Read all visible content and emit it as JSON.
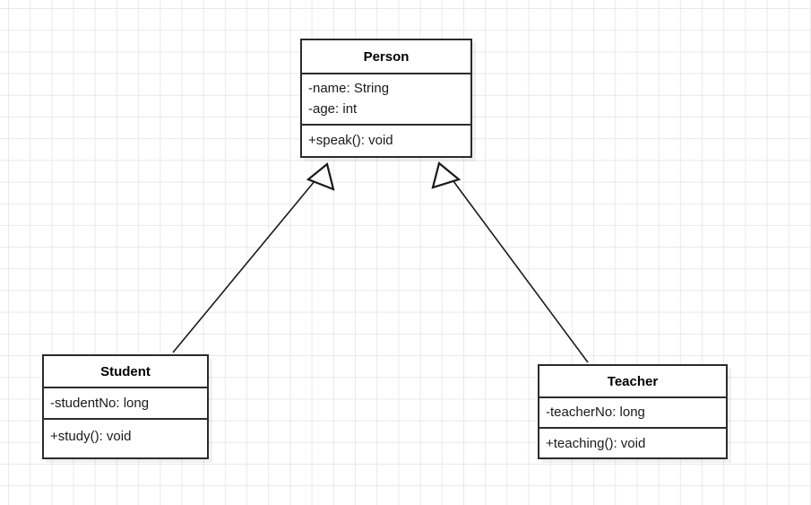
{
  "diagram": {
    "kind": "uml-class-diagram",
    "background": "#ffffff",
    "grid_color": "#e9e9e9",
    "stroke_color": "#2b2b2b",
    "text_color": "#1a1a1a",
    "classes": [
      {
        "id": "person",
        "name": "Person",
        "attributes": [
          "-name: String",
          "-age: int"
        ],
        "operations": [
          "+speak(): void"
        ]
      },
      {
        "id": "student",
        "name": "Student",
        "attributes": [
          "-studentNo: long"
        ],
        "operations": [
          "+study(): void"
        ]
      },
      {
        "id": "teacher",
        "name": "Teacher",
        "attributes": [
          "-teacherNo: long"
        ],
        "operations": [
          "+teaching(): void"
        ]
      }
    ],
    "relationships": [
      {
        "id": "student-extends-person",
        "type": "generalization",
        "from": "Student",
        "to": "Person"
      },
      {
        "id": "teacher-extends-person",
        "type": "generalization",
        "from": "Teacher",
        "to": "Person"
      }
    ]
  }
}
